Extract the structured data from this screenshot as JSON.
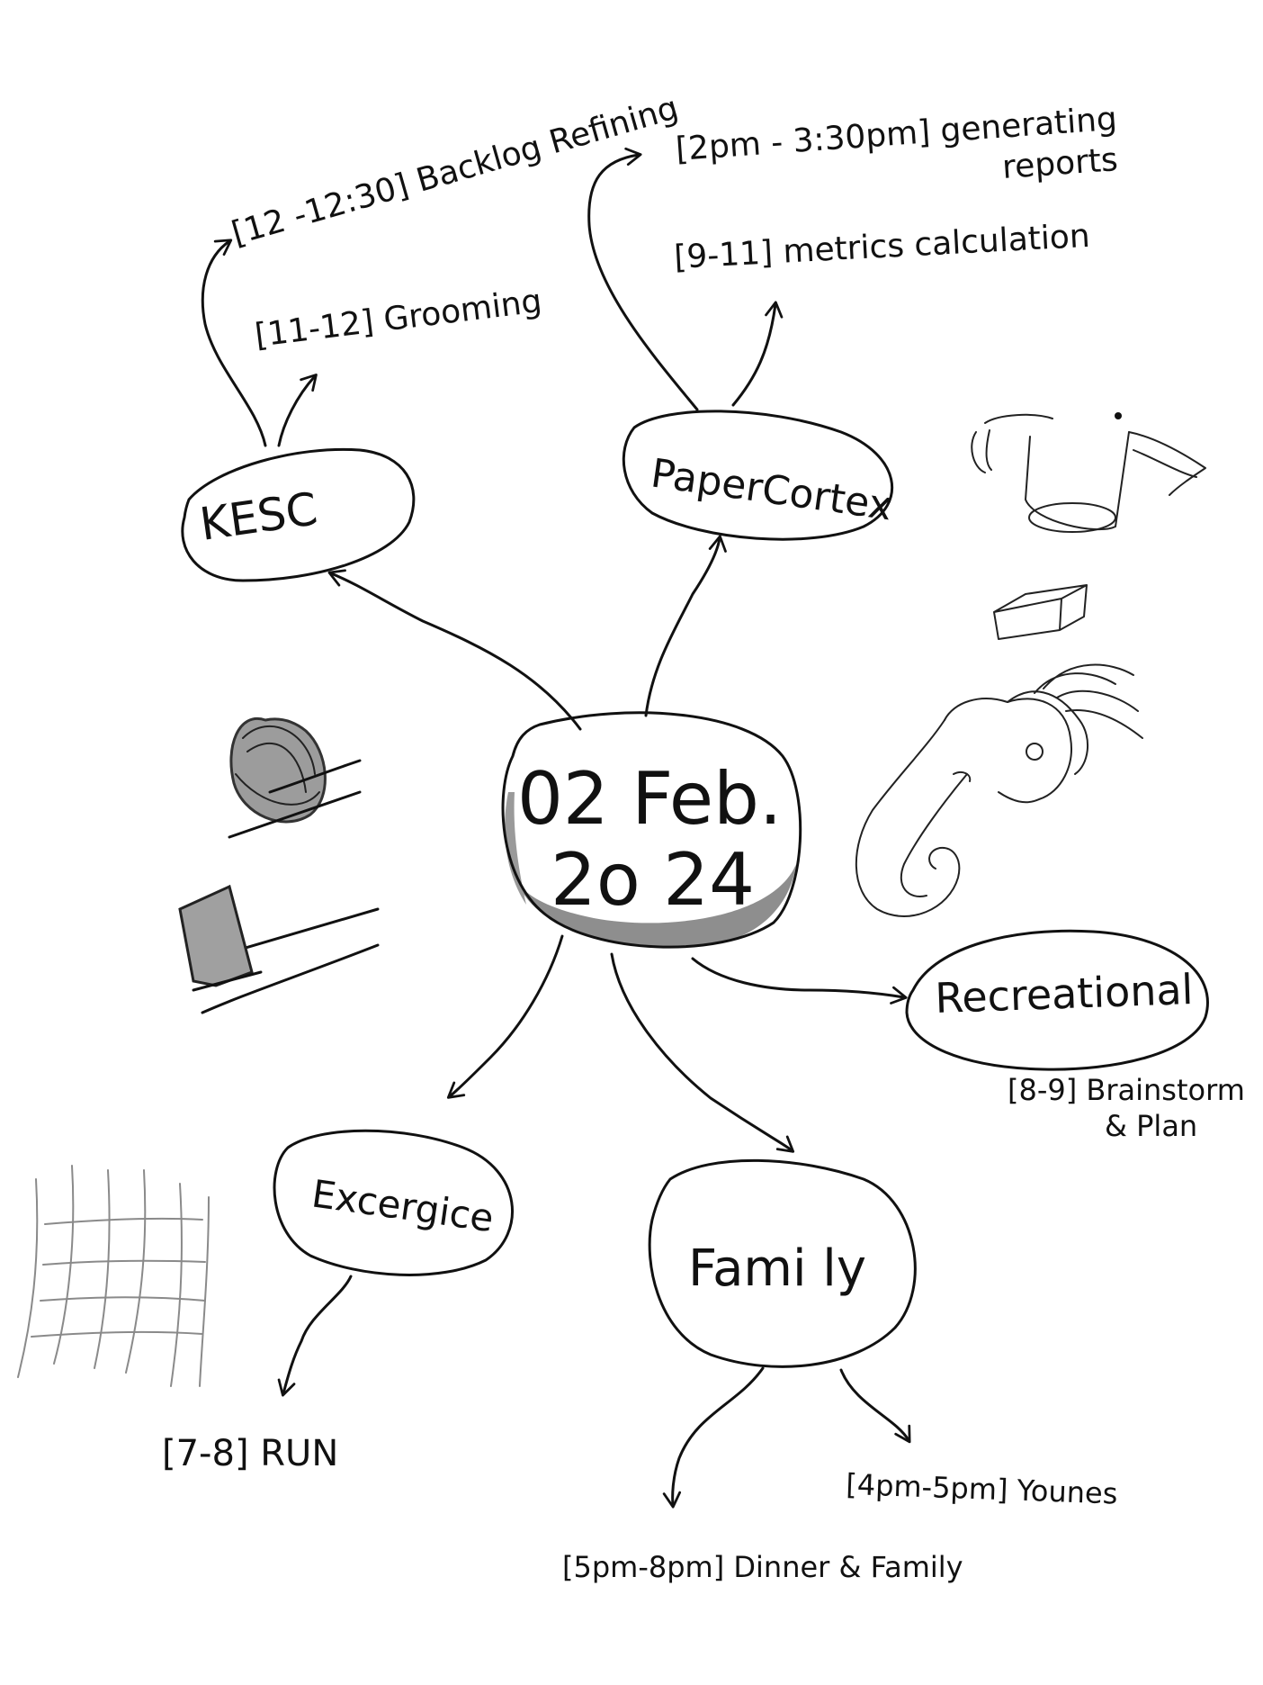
{
  "center": {
    "line1": "02 Feb.",
    "line2": "2o 24"
  },
  "nodes": {
    "kesc": {
      "label": "KESC",
      "tasks": [
        "[11-12] Grooming",
        "[12 -12:30] Backlog Refining"
      ]
    },
    "papercortex": {
      "label": "PaperCortex",
      "tasks": [
        "[9-11] metrics calculation",
        "[2pm - 3:30pm] generating",
        "reports"
      ]
    },
    "recreational": {
      "label": "Recreational",
      "tasks": [
        "[8-9] Brainstorm",
        "& Plan"
      ]
    },
    "exercise": {
      "label": "Excergice",
      "tasks": [
        "[7-8] RUN"
      ]
    },
    "family": {
      "label": "Fami ly",
      "tasks": [
        "[4pm-5pm] Younes",
        "[5pm-8pm] Dinner & Family"
      ]
    }
  },
  "doodles": [
    "pencil-sketch-doodle",
    "cup-doodle",
    "box-doodle",
    "elephant-doodle",
    "grid-doodle"
  ],
  "colors": {
    "ink": "#111111",
    "pencil": "#8a8a8a",
    "background": "#ffffff"
  }
}
